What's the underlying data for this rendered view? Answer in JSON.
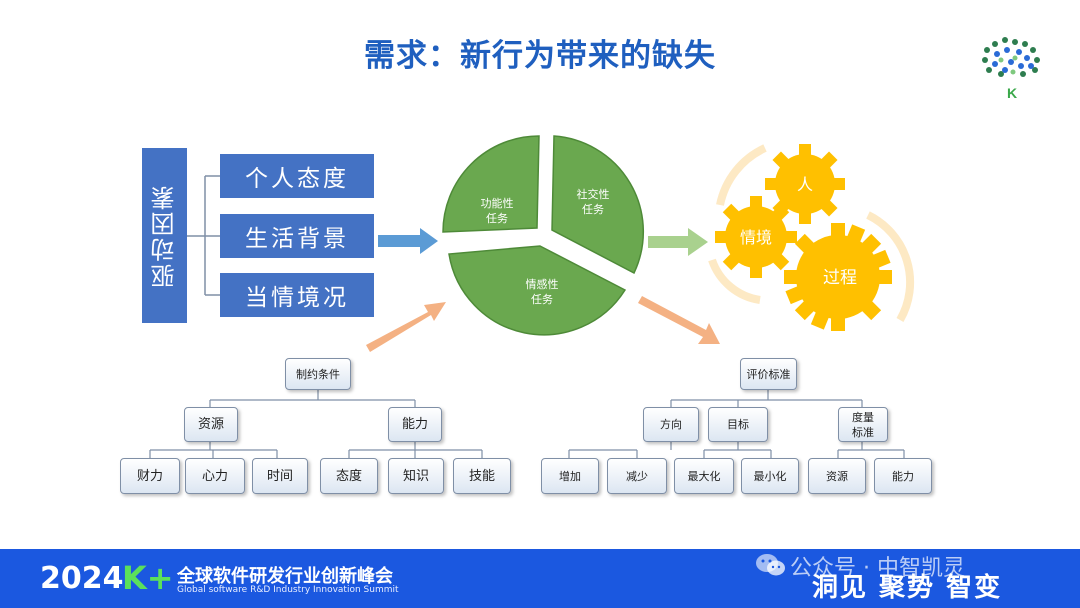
{
  "slide": {
    "title": "需求：新行为带来的缺失"
  },
  "drivers": {
    "label": "驱动因素",
    "items": [
      "个人态度",
      "生活背景",
      "当情境况"
    ]
  },
  "tasks": {
    "functional": [
      "功能性",
      "任务"
    ],
    "social": [
      "社交性",
      "任务"
    ],
    "emotional": [
      "情感性",
      "任务"
    ],
    "colors": {
      "pie": "#6aa84f",
      "pie_edge": "#4e8a38"
    }
  },
  "gears": {
    "person": "人",
    "situation": "情境",
    "process": "过程",
    "color": "#ffc000"
  },
  "constraints": {
    "root": "制约条件",
    "groups": [
      {
        "label": "资源",
        "children": [
          "财力",
          "心力",
          "时间"
        ]
      },
      {
        "label": "能力",
        "children": [
          "态度",
          "知识",
          "技能"
        ]
      }
    ]
  },
  "evaluation": {
    "root": "评价标准",
    "groups": [
      {
        "label": "方向",
        "children": [
          "增加",
          "减少"
        ]
      },
      {
        "label": "目标",
        "children": [
          "最大化",
          "最小化"
        ]
      },
      {
        "label": "度量标准",
        "children": [
          "资源",
          "能力"
        ]
      }
    ]
  },
  "footer": {
    "year": "2024",
    "brand": "K+",
    "summit": "全球软件研发行业创新峰会",
    "summit_en": "Global software R&D Industry Innovation Summit",
    "watermark": "公众号 · 中智凯灵",
    "slogan": "洞见 聚势 智变",
    "background": "#1b58e0"
  },
  "colors": {
    "title": "#1f5fbf",
    "factor_box": "#4472c4",
    "arrow_blue": "#5b9bd5",
    "arrow_green": "#a9d18e",
    "arrow_salmon": "#f4b183"
  }
}
